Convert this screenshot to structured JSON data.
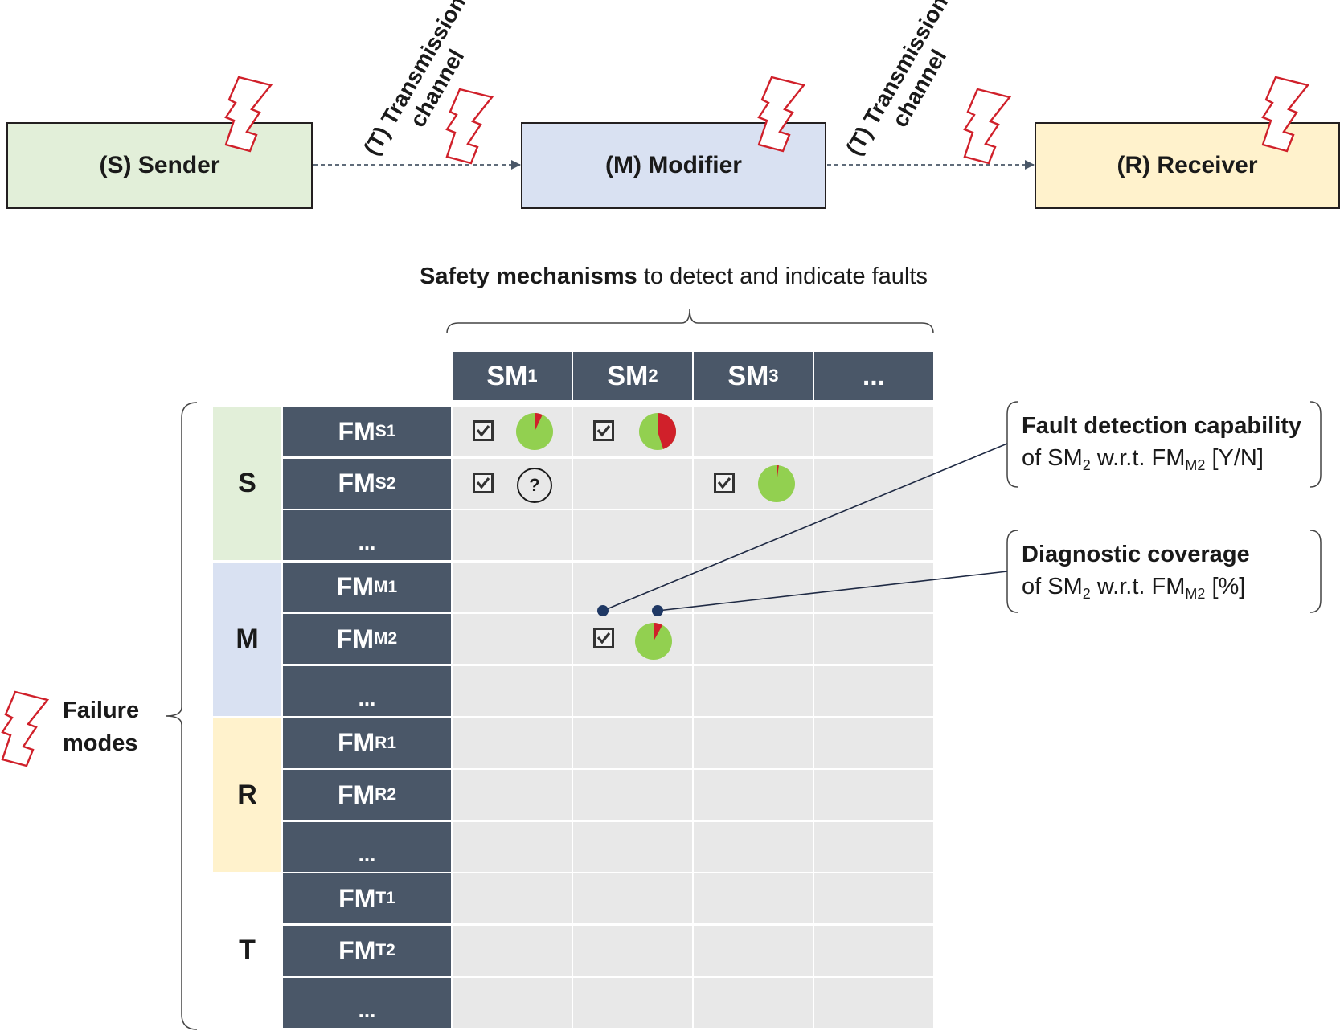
{
  "flow": {
    "sender_label": "(S) Sender",
    "modifier_label": "(M) Modifier",
    "receiver_label": "(R) Receiver",
    "channel_label_line1": "(T) Transmission",
    "channel_label_line2": "channel"
  },
  "matrix": {
    "title_bold": "Safety mechanisms",
    "title_rest": " to detect and indicate faults",
    "columns": [
      {
        "base": "SM",
        "sub": "1"
      },
      {
        "base": "SM",
        "sub": "2"
      },
      {
        "base": "SM",
        "sub": "3"
      },
      {
        "base": "...",
        "sub": ""
      }
    ],
    "groups": [
      {
        "label": "S",
        "color": "#e2efd9",
        "rows": [
          {
            "base": "FM",
            "sub": "S1"
          },
          {
            "base": "FM",
            "sub": "S2"
          },
          {
            "base": "...",
            "sub": ""
          }
        ]
      },
      {
        "label": "M",
        "color": "#d9e1f2",
        "rows": [
          {
            "base": "FM",
            "sub": "M1"
          },
          {
            "base": "FM",
            "sub": "M2"
          },
          {
            "base": "...",
            "sub": ""
          }
        ]
      },
      {
        "label": "R",
        "color": "#fff2cc",
        "rows": [
          {
            "base": "FM",
            "sub": "R1"
          },
          {
            "base": "FM",
            "sub": "R2"
          },
          {
            "base": "...",
            "sub": ""
          }
        ]
      },
      {
        "label": "T",
        "color": "#ffffff",
        "rows": [
          {
            "base": "FM",
            "sub": "T1"
          },
          {
            "base": "FM",
            "sub": "T2"
          },
          {
            "base": "...",
            "sub": ""
          }
        ]
      }
    ],
    "entries": [
      {
        "row": 0,
        "col": 0,
        "detects": true,
        "coverage_undetected_fraction": 0.07,
        "coverage_known": true
      },
      {
        "row": 0,
        "col": 1,
        "detects": true,
        "coverage_undetected_fraction": 0.45,
        "coverage_known": true
      },
      {
        "row": 1,
        "col": 0,
        "detects": true,
        "coverage_known": false,
        "unknown_symbol": "?"
      },
      {
        "row": 1,
        "col": 2,
        "detects": true,
        "coverage_undetected_fraction": 0.02,
        "coverage_known": true
      },
      {
        "row": 4,
        "col": 1,
        "detects": true,
        "coverage_undetected_fraction": 0.08,
        "coverage_known": true
      }
    ],
    "failure_modes_label_line1": "Failure",
    "failure_modes_label_line2": "modes"
  },
  "callouts": {
    "fault_detection": {
      "title": "Fault detection capability",
      "pre": "of SM",
      "sm_sub": "2",
      "mid": " w.r.t. FM",
      "fm_sub": "M2",
      "unit": " [Y/N]"
    },
    "diagnostic_coverage": {
      "title": "Diagnostic coverage",
      "pre": "of SM",
      "sm_sub": "2",
      "mid": " w.r.t. FM",
      "fm_sub": "M2",
      "unit": " [%]"
    }
  },
  "colors": {
    "header_bg": "#4a5768",
    "cell_bg": "#e8e8e8",
    "covered": "#92d050",
    "uncovered": "#d0202a",
    "bolt": "#d0202a",
    "dot": "#1f3864"
  }
}
